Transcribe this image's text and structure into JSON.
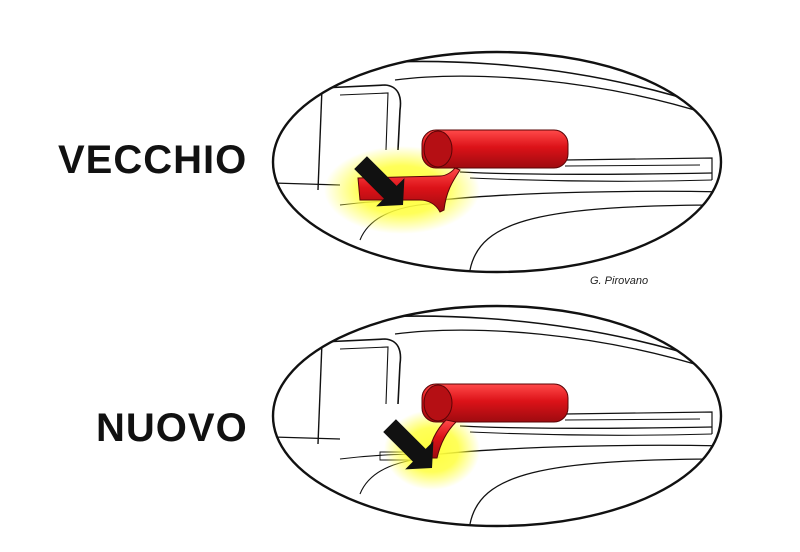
{
  "labels": {
    "old": "VECCHIO",
    "new": "NUOVO"
  },
  "credit": "G. Pirovano",
  "colors": {
    "part_red": "#d9141a",
    "part_red_dark": "#a30d12",
    "highlight_yellow": "#ffff3c",
    "outline": "#111111",
    "arrow": "#111111"
  }
}
